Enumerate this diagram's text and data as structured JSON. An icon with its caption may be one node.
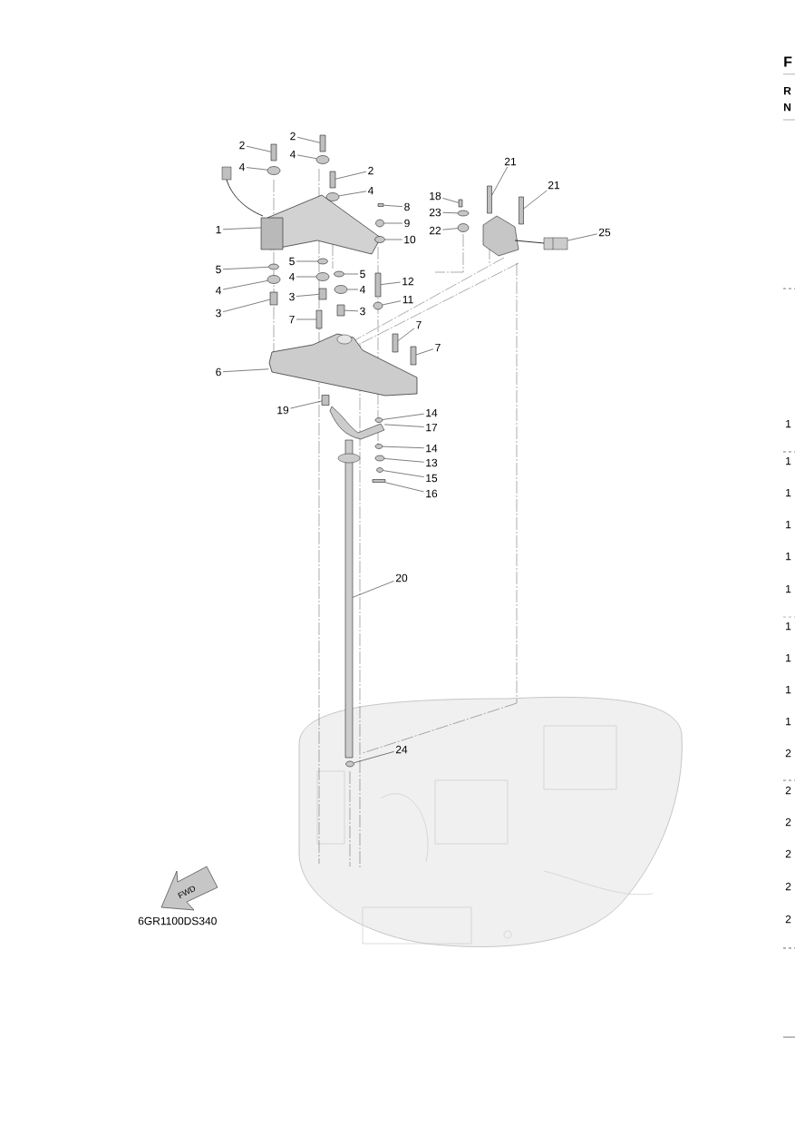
{
  "diagram": {
    "nodes": [
      {
        "text": [
          "2"
        ]
      },
      {
        "text": [
          "2"
        ]
      },
      {
        "text": [
          "4"
        ]
      },
      {
        "text": [
          "21"
        ]
      },
      {
        "text": [
          "4"
        ]
      },
      {
        "text": [
          "2"
        ]
      },
      {
        "text": [
          "21"
        ]
      },
      {
        "text": [
          "4"
        ]
      },
      {
        "text": [
          "18"
        ]
      },
      {
        "text": [
          "8"
        ]
      },
      {
        "text": [
          "23"
        ]
      },
      {
        "text": [
          "9"
        ]
      },
      {
        "text": [
          "1"
        ]
      },
      {
        "text": [
          "22"
        ]
      },
      {
        "text": [
          "25"
        ]
      },
      {
        "text": [
          "10"
        ]
      },
      {
        "text": [
          "5"
        ]
      },
      {
        "text": [
          "5"
        ]
      },
      {
        "text": [
          "5"
        ]
      },
      {
        "text": [
          "4"
        ]
      },
      {
        "text": [
          "12"
        ]
      },
      {
        "text": [
          "4"
        ]
      },
      {
        "text": [
          "4"
        ]
      },
      {
        "text": [
          "3"
        ]
      },
      {
        "text": [
          "11"
        ]
      },
      {
        "text": [
          "3"
        ]
      },
      {
        "text": [
          "3"
        ]
      },
      {
        "text": [
          "7"
        ]
      },
      {
        "text": [
          "7"
        ]
      },
      {
        "text": [
          "7"
        ]
      },
      {
        "text": [
          "6"
        ]
      },
      {
        "text": [
          "19"
        ]
      },
      {
        "text": [
          "14"
        ]
      },
      {
        "text": [
          "17"
        ]
      },
      {
        "text": [
          "14"
        ]
      },
      {
        "text": [
          "13"
        ]
      },
      {
        "text": [
          "15"
        ]
      },
      {
        "text": [
          "16"
        ]
      },
      {
        "text": [
          "20"
        ]
      },
      {
        "text": [
          "24"
        ]
      },
      {
        "text": [],
        "shape": "bar"
      },
      {
        "text": [],
        "shape": "bar"
      },
      {
        "text": [],
        "shape": "circle"
      },
      {
        "text": [],
        "shape": "bar"
      },
      {
        "text": [],
        "shape": "circle"
      },
      {
        "text": [],
        "shape": "bar"
      },
      {
        "text": [],
        "shape": "bar"
      },
      {
        "text": [],
        "shape": "circle"
      },
      {
        "text": [],
        "shape": "bar"
      },
      {
        "text": [],
        "shape": "bar"
      },
      {
        "text": [],
        "shape": "circle"
      },
      {
        "text": [],
        "shape": "circle"
      },
      {
        "text": [],
        "shape": "picture"
      },
      {
        "text": [],
        "shape": "circle"
      },
      {
        "text": [],
        "shape": "picture"
      },
      {
        "text": [],
        "shape": "circle"
      },
      {
        "text": [],
        "shape": "circle"
      },
      {
        "text": [],
        "shape": "circle"
      },
      {
        "text": [],
        "shape": "circle"
      },
      {
        "text": [],
        "shape": "circle"
      },
      {
        "text": [],
        "shape": "bar"
      },
      {
        "text": [],
        "shape": "circle"
      },
      {
        "text": [],
        "shape": "circle"
      },
      {
        "text": [],
        "shape": "bar"
      },
      {
        "text": [],
        "shape": "circle"
      },
      {
        "text": [],
        "shape": "bar"
      },
      {
        "text": [],
        "shape": "bar"
      },
      {
        "text": [],
        "shape": "bar"
      },
      {
        "text": [],
        "shape": "bar"
      },
      {
        "text": [],
        "shape": "bar"
      },
      {
        "text": [],
        "shape": "picture"
      },
      {
        "text": [],
        "shape": "bar"
      },
      {
        "text": [],
        "shape": "circle"
      },
      {
        "text": [],
        "shape": "picture"
      },
      {
        "text": [],
        "shape": "circle"
      },
      {
        "text": [],
        "shape": "circle"
      },
      {
        "text": [],
        "shape": "circle"
      },
      {
        "text": [],
        "shape": "bar"
      },
      {
        "text": [],
        "shape": "picture"
      },
      {
        "text": [],
        "shape": "circle"
      }
    ],
    "edges": [
      {
        "from": 0,
        "to": 40,
        "arrow": "none"
      },
      {
        "from": 1,
        "to": 41,
        "arrow": "none"
      },
      {
        "from": 2,
        "to": 42,
        "arrow": "none"
      },
      {
        "from": 3,
        "to": 43,
        "arrow": "none"
      },
      {
        "from": 4,
        "to": 44,
        "arrow": "none"
      },
      {
        "from": 5,
        "to": 45,
        "arrow": "none"
      },
      {
        "from": 6,
        "to": 46,
        "arrow": "none"
      },
      {
        "from": 7,
        "to": 47,
        "arrow": "none"
      },
      {
        "from": 8,
        "to": 48,
        "arrow": "none"
      },
      {
        "from": 9,
        "to": 49,
        "arrow": "none"
      },
      {
        "from": 10,
        "to": 50,
        "arrow": "none"
      },
      {
        "from": 11,
        "to": 51,
        "arrow": "none"
      },
      {
        "from": 12,
        "to": 52,
        "arrow": "none"
      },
      {
        "from": 13,
        "to": 53,
        "arrow": "none"
      },
      {
        "from": 14,
        "to": 54,
        "arrow": "none"
      },
      {
        "from": 15,
        "to": 55,
        "arrow": "none"
      },
      {
        "from": 16,
        "to": 56,
        "arrow": "none"
      },
      {
        "from": 17,
        "to": 57,
        "arrow": "none"
      },
      {
        "from": 18,
        "to": 58,
        "arrow": "none"
      },
      {
        "from": 19,
        "to": 59,
        "arrow": "none"
      },
      {
        "from": 20,
        "to": 60,
        "arrow": "none"
      },
      {
        "from": 21,
        "to": 61,
        "arrow": "none"
      },
      {
        "from": 22,
        "to": 62,
        "arrow": "none"
      },
      {
        "from": 23,
        "to": 63,
        "arrow": "none"
      },
      {
        "from": 24,
        "to": 64,
        "arrow": "none"
      },
      {
        "from": 25,
        "to": 65,
        "arrow": "none"
      },
      {
        "from": 26,
        "to": 66,
        "arrow": "none"
      },
      {
        "from": 27,
        "to": 67,
        "arrow": "none"
      },
      {
        "from": 28,
        "to": 68,
        "arrow": "none"
      },
      {
        "from": 29,
        "to": 69,
        "arrow": "none"
      },
      {
        "from": 30,
        "to": 70,
        "arrow": "none"
      },
      {
        "from": 31,
        "to": 71,
        "arrow": "none"
      },
      {
        "from": 32,
        "to": 72,
        "arrow": "none"
      },
      {
        "from": 33,
        "to": 73,
        "arrow": "none"
      },
      {
        "from": 34,
        "to": 74,
        "arrow": "none"
      },
      {
        "from": 35,
        "to": 75,
        "arrow": "none"
      },
      {
        "from": 36,
        "to": 76,
        "arrow": "none"
      },
      {
        "from": 37,
        "to": 77,
        "arrow": "none"
      },
      {
        "from": 38,
        "to": 78,
        "arrow": "none"
      },
      {
        "from": 39,
        "to": 79,
        "arrow": "none"
      }
    ],
    "labels": [
      "F",
      "R",
      "N",
      "1",
      "1",
      "1",
      "1",
      "1",
      "1",
      "1",
      "1",
      "1",
      "1",
      "2",
      "2",
      "2",
      "2",
      "2",
      "2",
      "FWD",
      "6GR1100DS340"
    ]
  }
}
